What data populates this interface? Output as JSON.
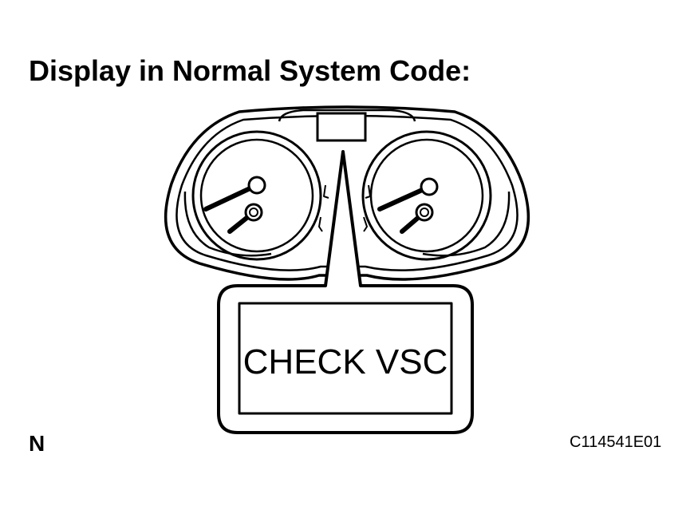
{
  "title": "Display in Normal System Code:",
  "display_message": "CHECK VSC",
  "corner_label": "N",
  "figure_code": "C114541E01"
}
